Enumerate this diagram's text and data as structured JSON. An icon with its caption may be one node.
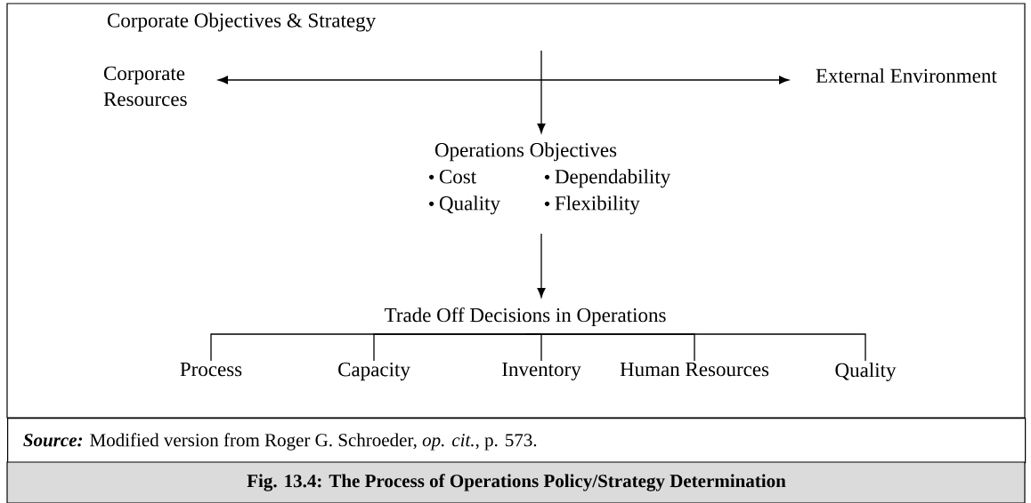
{
  "diagram": {
    "caption": "Fig. 13.4: The Process of Operations Policy/Strategy Determination",
    "nodes": [
      {
        "text": [
          "Corporate Objectives & Strategy"
        ]
      },
      {
        "text": [
          "Corporate Resources"
        ]
      },
      {
        "text": [
          "External Environment"
        ]
      },
      {
        "text": [
          "Operations Objectives",
          "Cost",
          "Dependability",
          "Quality",
          "Flexibility"
        ]
      },
      {
        "text": [
          "Trade Off Decisions in Operations"
        ]
      },
      {
        "text": [
          "Process"
        ]
      },
      {
        "text": [
          "Capacity"
        ]
      },
      {
        "text": [
          "Inventory"
        ]
      },
      {
        "text": [
          "Human Resources"
        ]
      },
      {
        "text": [
          "Quality"
        ]
      }
    ],
    "edges": [
      {
        "from": 1,
        "to": 2,
        "arrow": "both"
      },
      {
        "from": null,
        "to": 3,
        "arrow": "to"
      },
      {
        "from": 3,
        "to": 4,
        "arrow": "to"
      },
      {
        "from": 4,
        "to": 5,
        "arrow": "none"
      },
      {
        "from": 4,
        "to": 6,
        "arrow": "none"
      },
      {
        "from": 4,
        "to": 7,
        "arrow": "none"
      },
      {
        "from": 4,
        "to": 8,
        "arrow": "none"
      },
      {
        "from": 4,
        "to": 9,
        "arrow": "none"
      }
    ],
    "labels": [
      "Source:",
      "Modified version from Roger G. Schroeder, *op. cit.*, p. 573."
    ]
  }
}
